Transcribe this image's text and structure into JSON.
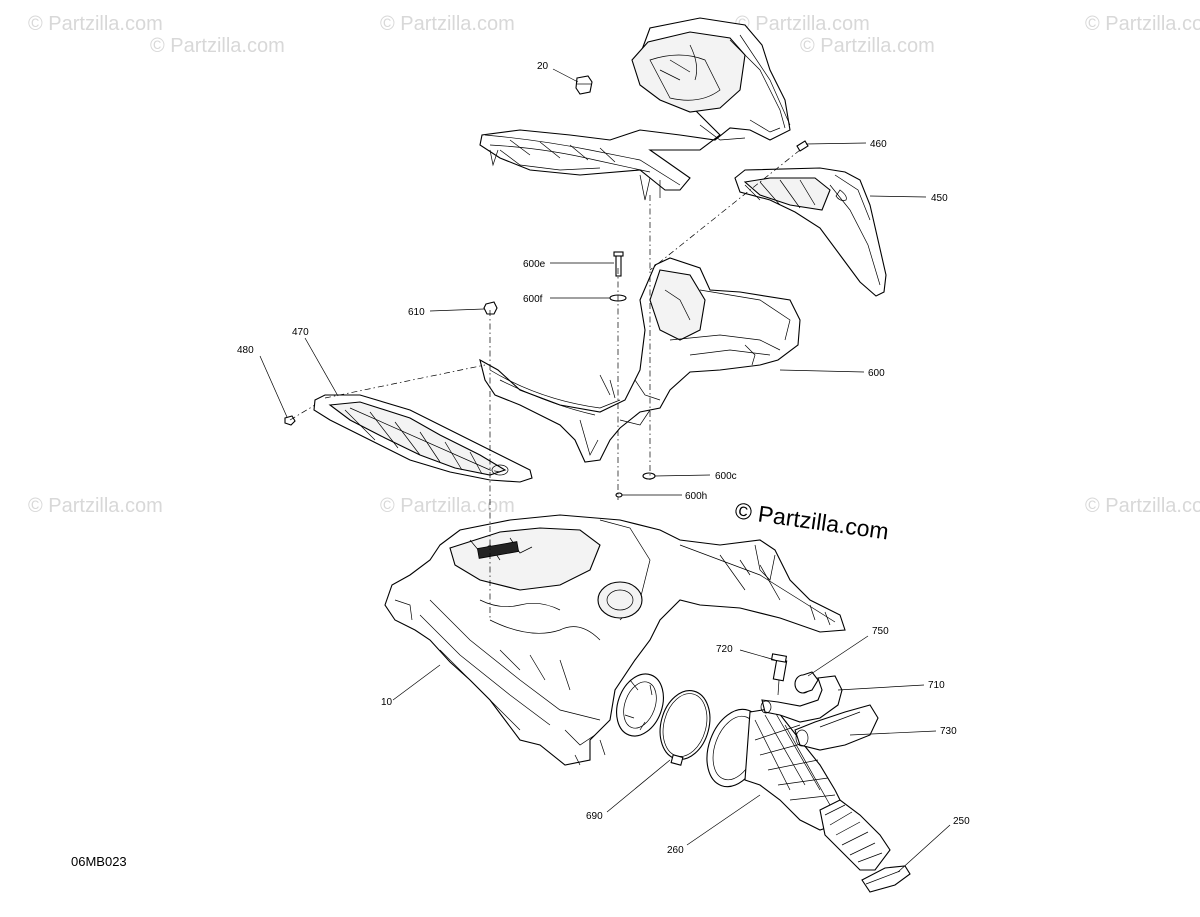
{
  "watermarks": [
    "© Partzilla.com",
    "© Partzilla.com",
    "© Partzilla.com",
    "© Partzilla.com",
    "© Partzilla.com",
    "© Partzilla.com",
    "© Partzilla.com",
    "© Partzilla.com",
    "© Partzilla.com"
  ],
  "main_watermark": "© Partzilla.com",
  "diagram_code": "06MB023",
  "callouts": {
    "p20": "20",
    "p460": "460",
    "p450": "450",
    "p600e": "600e",
    "p600f": "600f",
    "p610": "610",
    "p470": "470",
    "p480": "480",
    "p600": "600",
    "p600c": "600c",
    "p600h": "600h",
    "p10": "10",
    "p750": "750",
    "p720": "720",
    "p710": "710",
    "p730": "730",
    "p690": "690",
    "p250": "250",
    "p260": "260"
  }
}
